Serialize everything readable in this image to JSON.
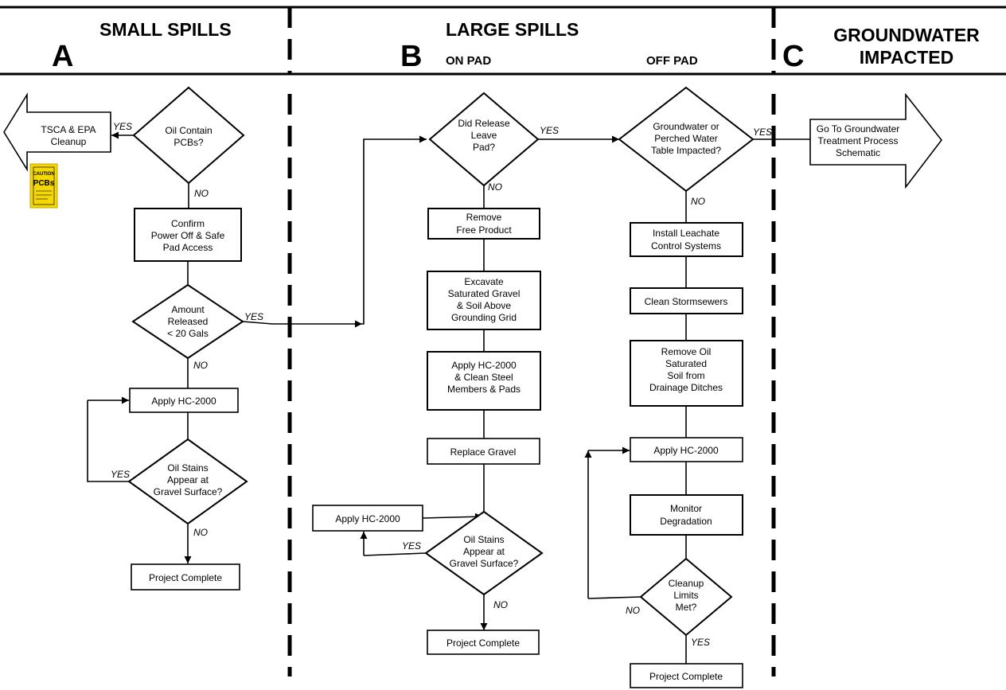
{
  "sections": {
    "a": {
      "letter": "A",
      "title": "SMALL SPILLS"
    },
    "b": {
      "letter": "B",
      "title": "LARGE  SPILLS",
      "sub_on": "ON PAD",
      "sub_off": "OFF PAD"
    },
    "c": {
      "letter": "C",
      "title1": "GROUNDWATER",
      "title2": "IMPACTED"
    }
  },
  "badge": {
    "line1": "CAUTION",
    "line2": "PCBs"
  },
  "labels": {
    "yes": "YES",
    "no": "NO"
  },
  "col_a": {
    "tsca": [
      "TSCA & EPA",
      "Cleanup"
    ],
    "pcb": [
      "Oil Contain",
      "PCBs?"
    ],
    "confirm": [
      "Confirm",
      "Power Off & Safe",
      "Pad Access"
    ],
    "amount": [
      "Amount",
      "Released",
      "< 20 Gals"
    ],
    "apply": "Apply HC-2000",
    "stains": [
      "Oil Stains",
      "Appear at",
      "Gravel Surface?"
    ],
    "complete": "Project Complete"
  },
  "col_b": {
    "release": [
      "Did Release",
      "Leave",
      "Pad?"
    ],
    "remove": [
      "Remove",
      "Free Product"
    ],
    "excavate": [
      "Excavate",
      "Saturated Gravel",
      "& Soil Above",
      "Grounding Grid"
    ],
    "apply_clean": [
      "Apply HC-2000",
      "& Clean Steel",
      "Members & Pads"
    ],
    "replace": "Replace Gravel",
    "apply": "Apply HC-2000",
    "stains": [
      "Oil Stains",
      "Appear at",
      "Gravel Surface?"
    ],
    "complete": "Project Complete"
  },
  "col_off": {
    "groundwater": [
      "Groundwater or",
      "Perched Water",
      "Table Impacted?"
    ],
    "leachate": [
      "Install Leachate",
      "Control Systems"
    ],
    "storm": "Clean Stormsewers",
    "remove_oil": [
      "Remove Oil",
      "Saturated",
      "Soil from",
      "Drainage Ditches"
    ],
    "apply": "Apply HC-2000",
    "monitor": [
      "Monitor",
      "Degradation"
    ],
    "limits": [
      "Cleanup",
      "Limits",
      "Met?"
    ],
    "complete": "Project Complete"
  },
  "col_c": {
    "goto": [
      "Go To Groundwater",
      "Treatment Process",
      "Schematic"
    ]
  }
}
